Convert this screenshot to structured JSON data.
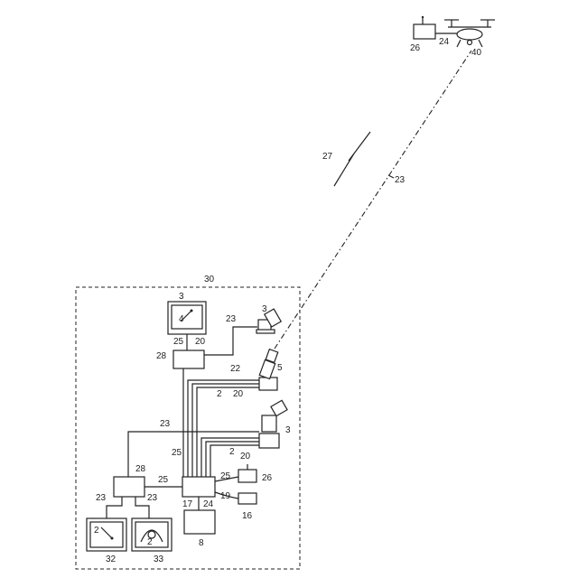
{
  "labels": {
    "enclosure": "30",
    "monitor_top": "3",
    "monitor_top_inner": "4",
    "monitor_top_screen": "25",
    "monitor_top_screen2": "20",
    "camera_top": "3",
    "line_top": "23",
    "ctrl_top": "28",
    "cam_mid": "5",
    "line_22": "22",
    "line_2a": "2",
    "line_20a": "20",
    "line_23_mid": "23",
    "cam_low": "3",
    "line_25_mid": "25",
    "line_2b": "2",
    "line_20b": "20",
    "ctrl_bottom": "28",
    "line_25_h": "25",
    "line_25_r": "25",
    "box_26_low": "26",
    "line_19": "19",
    "box_16": "16",
    "node_17": "17",
    "node_24": "24",
    "box_8": "8",
    "line_23_bl": "23",
    "line_23_br": "23",
    "monitor_bl_inner": "2",
    "monitor_br_inner": "2",
    "monitor_bl": "32",
    "monitor_br": "33",
    "link_27": "27",
    "link_23": "23",
    "drone": "40",
    "drone_link": "24",
    "drone_box": "26"
  }
}
